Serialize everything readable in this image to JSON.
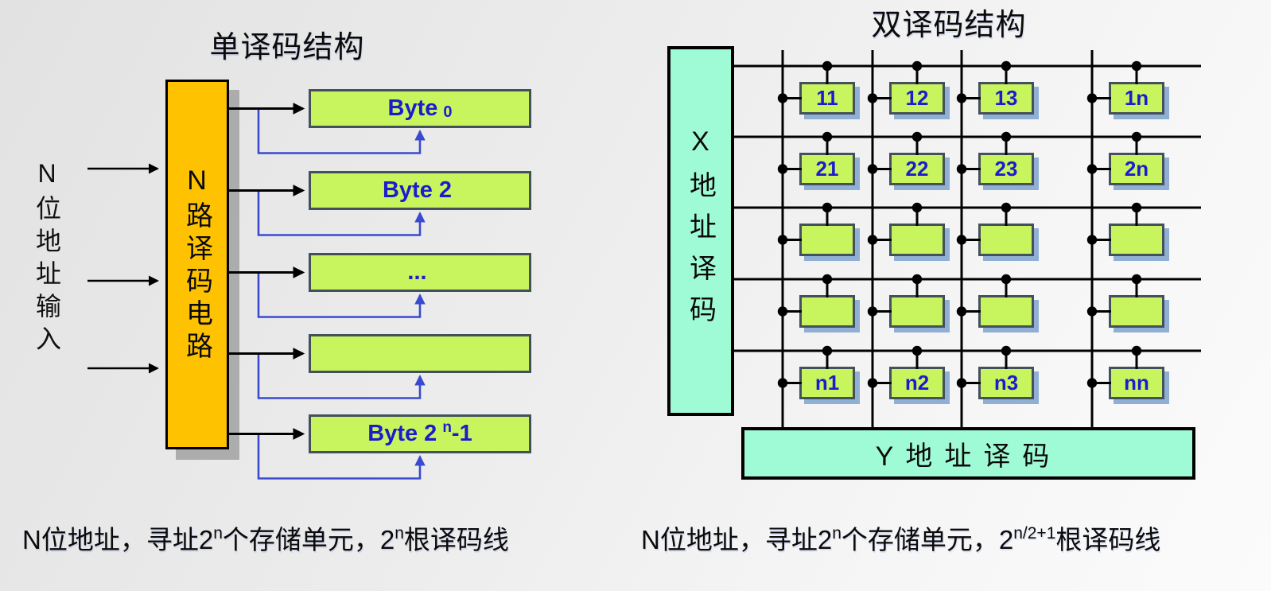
{
  "left_diagram": {
    "title": "单译码结构",
    "input_label": "N位地址输入",
    "decoder_label": "N路译码电路",
    "byte_rows": [
      {
        "main": "Byte",
        "small": "0",
        "sup": "",
        "tail": ""
      },
      {
        "main": "Byte 2",
        "small": "",
        "sup": "",
        "tail": ""
      },
      {
        "main": "...",
        "small": "",
        "sup": "",
        "tail": ""
      },
      {
        "main": "",
        "small": "",
        "sup": "",
        "tail": ""
      },
      {
        "main": "Byte 2",
        "small": "",
        "sup": "n",
        "tail": "-1"
      }
    ],
    "caption": {
      "p1": "N位地址，寻址2",
      "s1": "n",
      "p2": "个存储单元，2",
      "s2": "n",
      "p3": "根译码线"
    }
  },
  "right_diagram": {
    "title": "双译码结构",
    "x_decoder_label": "X地址译码",
    "y_decoder_label": "Y地址译码",
    "cells": [
      [
        "11",
        "12",
        "13",
        "1n"
      ],
      [
        "21",
        "22",
        "23",
        "2n"
      ],
      [
        "",
        "",
        "",
        ""
      ],
      [
        "",
        "",
        "",
        ""
      ],
      [
        "n1",
        "n2",
        "n3",
        "nn"
      ]
    ],
    "caption": {
      "p1": "N位地址，寻址2",
      "s1": "n",
      "p2": "个存储单元，2",
      "s2": "n/2+1",
      "p3": "根译码线"
    }
  },
  "colors": {
    "decoder_fill_orange": "#FFC200",
    "memory_fill_green": "#C8F55E",
    "address_decoder_cyan": "#9FFAD6",
    "label_text_blue": "#1C1CCE",
    "feedback_wire_blue": "#3A4AD0",
    "wire_black": "#000000",
    "cell_shadow_blue": "#8FAFD4",
    "box_border_slate": "#44505C"
  }
}
